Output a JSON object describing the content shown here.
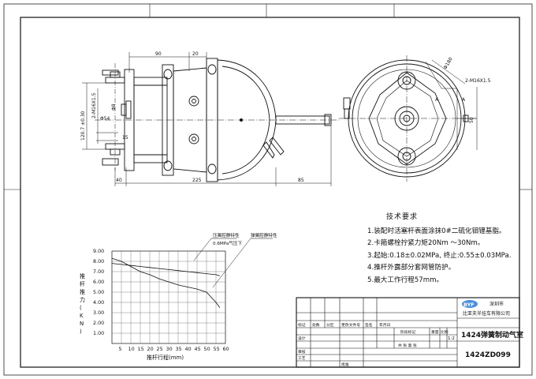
{
  "main_view": {
    "top_dims": [
      "90",
      "20"
    ],
    "left_dims": [
      "120.7 ±0.30",
      "2-M16X1.5",
      "Φ54",
      "Φ8",
      "15"
    ],
    "bottom_dims": [
      "40",
      "225",
      "85"
    ]
  },
  "side_view": {
    "dims": [
      "Φ180",
      "2-M16X1.5",
      "50"
    ],
    "section_marks": [
      "A",
      "A"
    ]
  },
  "notes": {
    "title": "技术要求",
    "items": [
      "1.装配时活塞杆表面涂抹0#二硫化钼锂基脂。",
      "2.卡箍螺栓拧紧力矩20Nm ～30Nm。",
      "3.起始:0.18±0.02MPa, 终止:0.55±0.03MPa.",
      "4.推杆外露部分套网管防护。",
      "5.最大工作行程57mm。"
    ]
  },
  "chart_data": {
    "type": "line",
    "title": "",
    "xlabel": "推杆行程(mm)",
    "ylabel": "推杆推力(KN)",
    "x_ticks": [
      5,
      10,
      15,
      20,
      25,
      30,
      35,
      40,
      45,
      50,
      55,
      60
    ],
    "y_ticks": [
      "9.00",
      "8.00",
      "7.00",
      "6.00",
      "5.00",
      "4.00",
      "3.00",
      "2.00",
      "1.00"
    ],
    "xlim": [
      0,
      60
    ],
    "ylim": [
      0,
      9
    ],
    "grid": true,
    "series": [
      {
        "name": "弹簧腔静特性",
        "x": [
          0,
          5,
          10,
          15,
          20,
          25,
          30,
          35,
          40,
          45,
          50,
          55,
          57
        ],
        "y": [
          8.3,
          8.0,
          7.5,
          7.0,
          6.7,
          6.3,
          6.0,
          5.7,
          5.5,
          5.3,
          5.0,
          4.0,
          3.5
        ]
      },
      {
        "name": "压簧腔静特性\n0.6MPa气压下",
        "x": [
          0,
          5,
          10,
          15,
          20,
          25,
          30,
          35,
          40,
          45,
          50,
          55,
          57
        ],
        "y": [
          7.8,
          7.7,
          7.6,
          7.5,
          7.4,
          7.3,
          7.2,
          7.1,
          7.0,
          6.9,
          6.8,
          6.7,
          6.6
        ]
      }
    ],
    "annotations": [
      "压簧腔静特性",
      "0.6MPa气压下",
      "弹簧腔静特性"
    ]
  },
  "title_block": {
    "logo": "BYF",
    "company_line1": "深圳市",
    "company_line2": "比亚夫半挂车有限公司",
    "product_name": "1424弹簧制动气室",
    "drawing_no": "1424ZD099",
    "scale": "1:2",
    "row_labels": [
      "标记",
      "处数",
      "分区",
      "更改文件号",
      "签名",
      "年月日"
    ],
    "left_labels": [
      "设计",
      "审核",
      "工艺",
      "批准"
    ],
    "stage_label": "阶段标记",
    "weight_label": "重量",
    "scale_label": "比例",
    "sheet_label": "共  张  第  张"
  }
}
